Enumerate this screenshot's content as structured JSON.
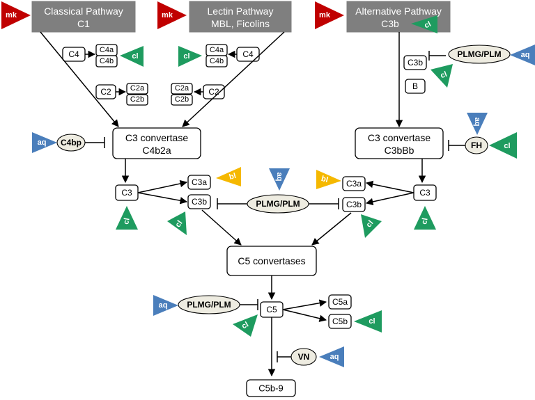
{
  "pathways": {
    "classical": {
      "title": "Classical Pathway",
      "sub": "C1"
    },
    "lectin": {
      "title": "Lectin Pathway",
      "sub": "MBL, Ficolins"
    },
    "alternative": {
      "title": "Alternative Pathway",
      "sub": "C3b"
    }
  },
  "components": {
    "c4": "C4",
    "c4a": "C4a",
    "c4b": "C4b",
    "c2": "C2",
    "c2a": "C2a",
    "c2b": "C2b",
    "c3b": "C3b",
    "b": "B",
    "c3": "C3",
    "c3a": "C3a",
    "c5": "C5",
    "c5a": "C5a",
    "c5b": "C5b",
    "c5b9": "C5b-9"
  },
  "convertases": {
    "classical": {
      "title": "C3 convertase",
      "sub": "C4b2a"
    },
    "alternative": {
      "title": "C3 convertase",
      "sub": "C3bBb"
    },
    "c5": "C5 convertases"
  },
  "inhibitors": {
    "plmg": "PLMG/PLM",
    "c4bp": "C4bp",
    "fh": "FH",
    "vn": "VN"
  },
  "tags": {
    "mk": "mk",
    "cl": "cl",
    "aq": "aq",
    "bl": "bl"
  },
  "colors": {
    "mk": "#c00000",
    "cl": "#1e9b5f",
    "aq": "#4a7ebb",
    "bl": "#f5b800",
    "pathway_box": "#7f7f7f",
    "ellipse_fill": "#eeece1"
  }
}
